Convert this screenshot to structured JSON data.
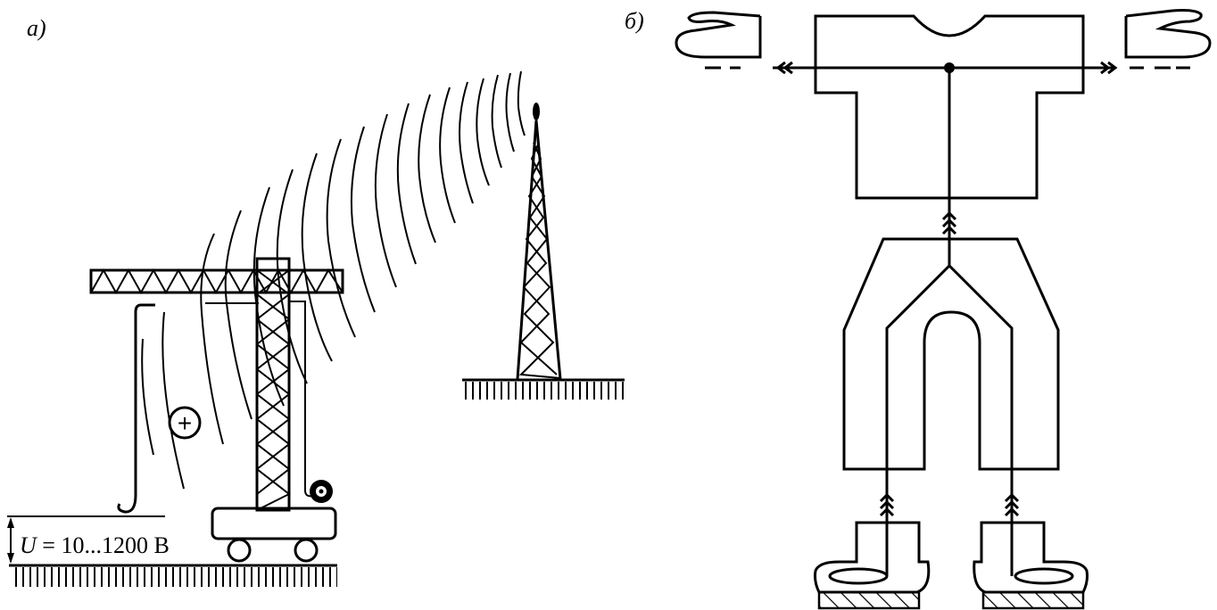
{
  "panel_a": {
    "label": "а)",
    "charge_symbol": "+",
    "voltage_label": "U = 10...1200 В",
    "voltage_var": "U",
    "voltage_value": " = 10...1200 В"
  },
  "panel_b": {
    "label": "б)"
  }
}
